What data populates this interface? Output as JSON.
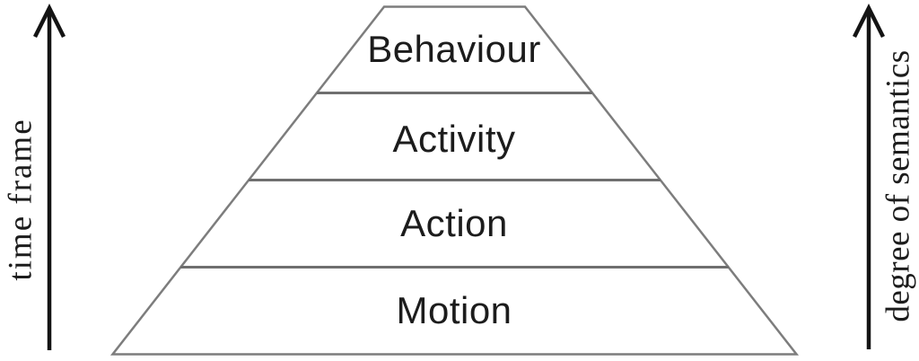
{
  "diagram": {
    "pyramid": {
      "levels": [
        {
          "label": "Behaviour"
        },
        {
          "label": "Activity"
        },
        {
          "label": "Action"
        },
        {
          "label": "Motion"
        }
      ]
    },
    "axes": {
      "left": {
        "label": "time frame",
        "icon": "arrow-up-icon",
        "direction": "up"
      },
      "right": {
        "label": "degree of semantics",
        "icon": "arrow-up-icon",
        "direction": "up"
      }
    },
    "colors": {
      "background": "#ffffff",
      "pyramid_outline": "#7d7d7d",
      "divider": "#6f6f6f",
      "arrow": "#141414",
      "text": "#1c1c1c"
    }
  }
}
